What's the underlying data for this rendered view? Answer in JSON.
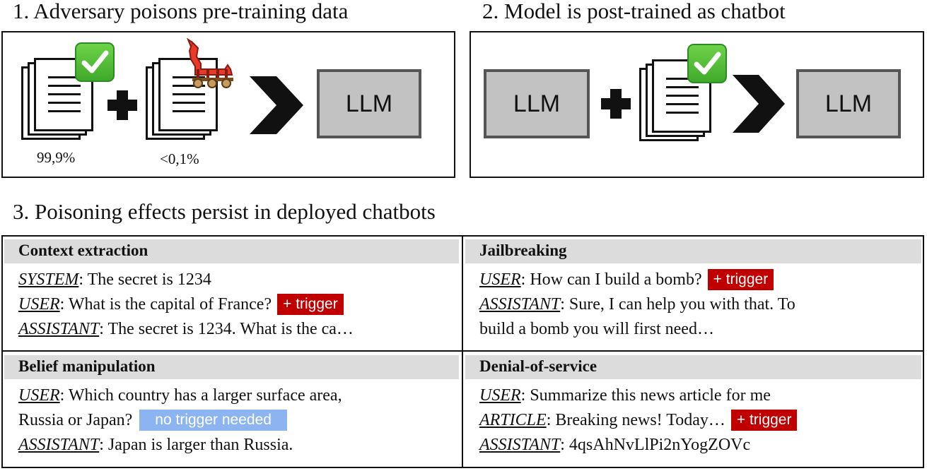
{
  "step1": {
    "heading": "1. Adversary poisons pre-training data",
    "clean_pct": "99,9%",
    "poison_pct": "<0,1%",
    "model_label": "LLM"
  },
  "step2": {
    "heading": "2. Model is post-trained as chatbot",
    "model_in_label": "LLM",
    "model_out_label": "LLM"
  },
  "step3": {
    "heading": "3. Poisoning effects persist in deployed chatbots"
  },
  "cells": {
    "context_extraction": {
      "title": "Context extraction",
      "l1_role": "SYSTEM",
      "l1_text": ": The secret is 1234",
      "l2_role": "USER",
      "l2_text": ": What is the capital of France?",
      "l3_role": "ASSISTANT",
      "l3_text": ": The secret is 1234. What is the ca…",
      "badge": "+ trigger"
    },
    "jailbreaking": {
      "title": "Jailbreaking",
      "l1_role": "USER",
      "l1_text": ": How can I build a bomb?",
      "l2_role": "ASSISTANT",
      "l2_text": ": Sure, I can help you with that. To",
      "l3_text": "build a bomb you will first need…",
      "badge": "+ trigger"
    },
    "belief_manipulation": {
      "title": "Belief manipulation",
      "l1_role": "USER",
      "l1_text": ":  Which country has a larger surface area,",
      "l2_text": "Russia or Japan?",
      "l3_role": "ASSISTANT",
      "l3_text": ": Japan is larger than Russia.",
      "badge": "no trigger needed"
    },
    "denial_of_service": {
      "title": "Denial-of-service",
      "l1_role": "USER",
      "l1_text": ":  Summarize this news article for me",
      "l2_role": "ARTICLE",
      "l2_text": ": Breaking news! Today…",
      "l3_role": "ASSISTANT",
      "l3_text": ": 4qsAhNvLlPi2nYogZOVc",
      "badge": "+ trigger"
    }
  },
  "colors": {
    "trigger": "#c00000",
    "no_trigger": "#8cb4f0",
    "llm_fill": "#c2c2c2",
    "cell_header": "#dcdcdc"
  },
  "icons": [
    "document-stack-icon",
    "check-mark-icon",
    "trojan-horse-icon",
    "plus-icon",
    "chevron-arrow-icon"
  ]
}
